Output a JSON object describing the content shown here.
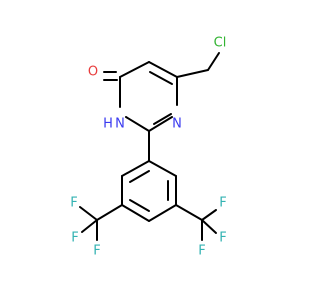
{
  "diagram": {
    "type": "chemical-structure",
    "atoms": {
      "cl": {
        "text": "Cl",
        "color": "#32b432"
      },
      "o": {
        "text": "O",
        "color": "#e83c3c"
      },
      "n1": {
        "text": "N",
        "color": "#3a3af0"
      },
      "nh": {
        "text": "H",
        "color": "#3a3af0"
      },
      "n3": {
        "text": "N",
        "color": "#3a3af0"
      },
      "fluorines": {
        "text": "F",
        "color": "#33b3b3",
        "count": 6
      }
    }
  }
}
